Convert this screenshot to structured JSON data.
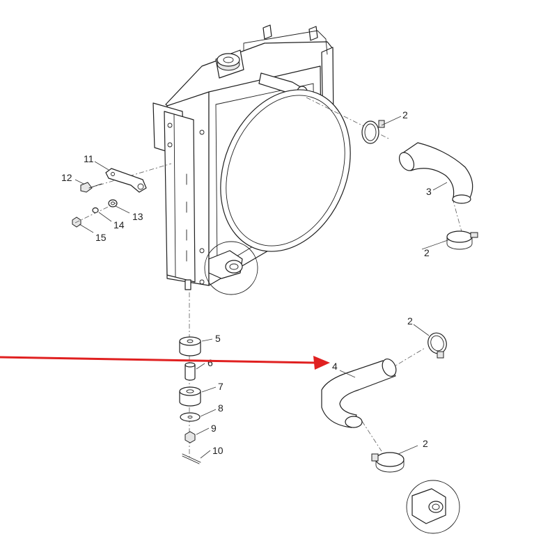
{
  "callouts": {
    "c2a": "2",
    "c2b": "2",
    "c2c": "2",
    "c2d": "2",
    "c3": "3",
    "c4": "4",
    "c5": "5",
    "c6": "6",
    "c7": "7",
    "c8": "8",
    "c9": "9",
    "c10": "10",
    "c11": "11",
    "c12": "12",
    "c13": "13",
    "c14": "14",
    "c15": "15"
  },
  "colors": {
    "arrow": "#e02020",
    "line": "#1e1e1e",
    "background": "#ffffff"
  }
}
